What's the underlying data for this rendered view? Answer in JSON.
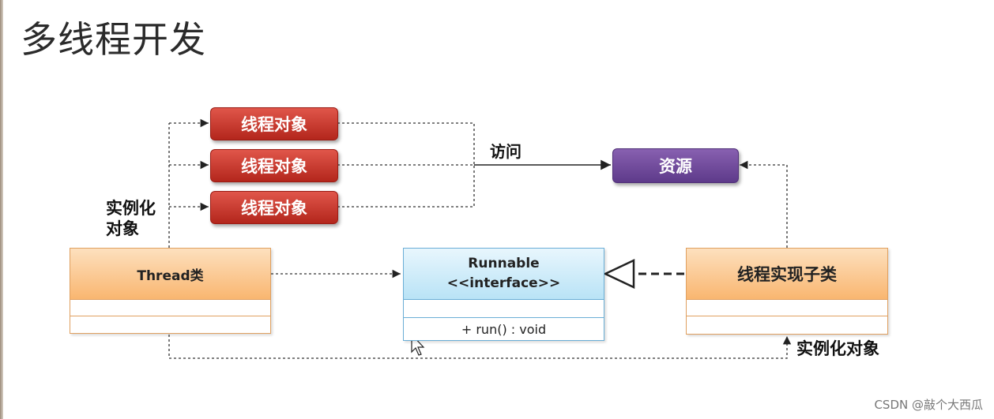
{
  "title": "多线程开发",
  "thread_objects": [
    "线程对象",
    "线程对象",
    "线程对象"
  ],
  "resource": "资源",
  "access_label": "访问",
  "instantiate_label_left_line1": "实例化",
  "instantiate_label_left_line2": "对象",
  "instantiate_label_bottom": "实例化对象",
  "thread_class": "Thread类",
  "runnable": {
    "name": "Runnable",
    "stereotype": "<<interface>>",
    "method": "+ run() : void"
  },
  "impl_class": "线程实现子类",
  "watermark": "CSDN @敲个大西瓜",
  "colors": {
    "thread_object_red": "#c9342a",
    "resource_purple": "#6e4a9e",
    "class_orange": "#f9b670",
    "interface_blue": "#b9e3f6"
  }
}
